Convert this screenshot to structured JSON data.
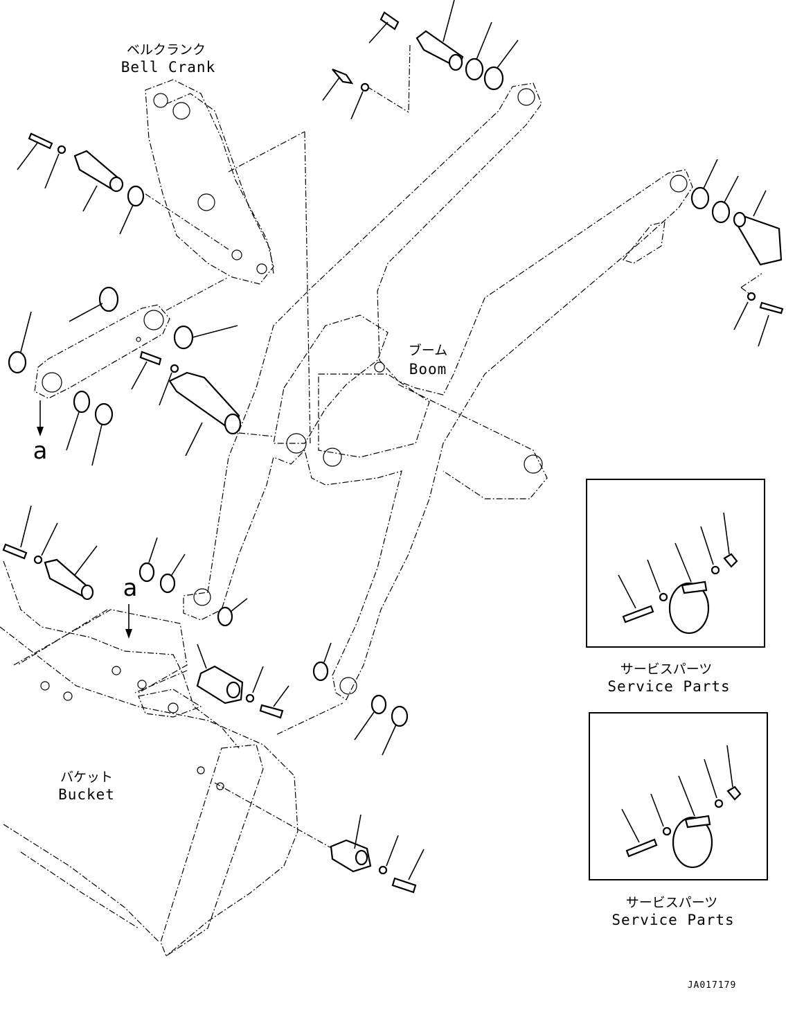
{
  "labels": {
    "bell_crank_jp": "ベルクランク",
    "bell_crank_en": "Bell Crank",
    "boom_jp": "ブーム",
    "boom_en": "Boom",
    "bucket_jp": "バケット",
    "bucket_en": "Bucket",
    "view_a_top": "a",
    "view_a_bottom": "a",
    "service_parts_1_jp": "サービスパーツ",
    "service_parts_1_en": "Service Parts",
    "service_parts_2_jp": "サービスパーツ",
    "service_parts_2_en": "Service Parts",
    "drawing_code": "JA017179"
  }
}
